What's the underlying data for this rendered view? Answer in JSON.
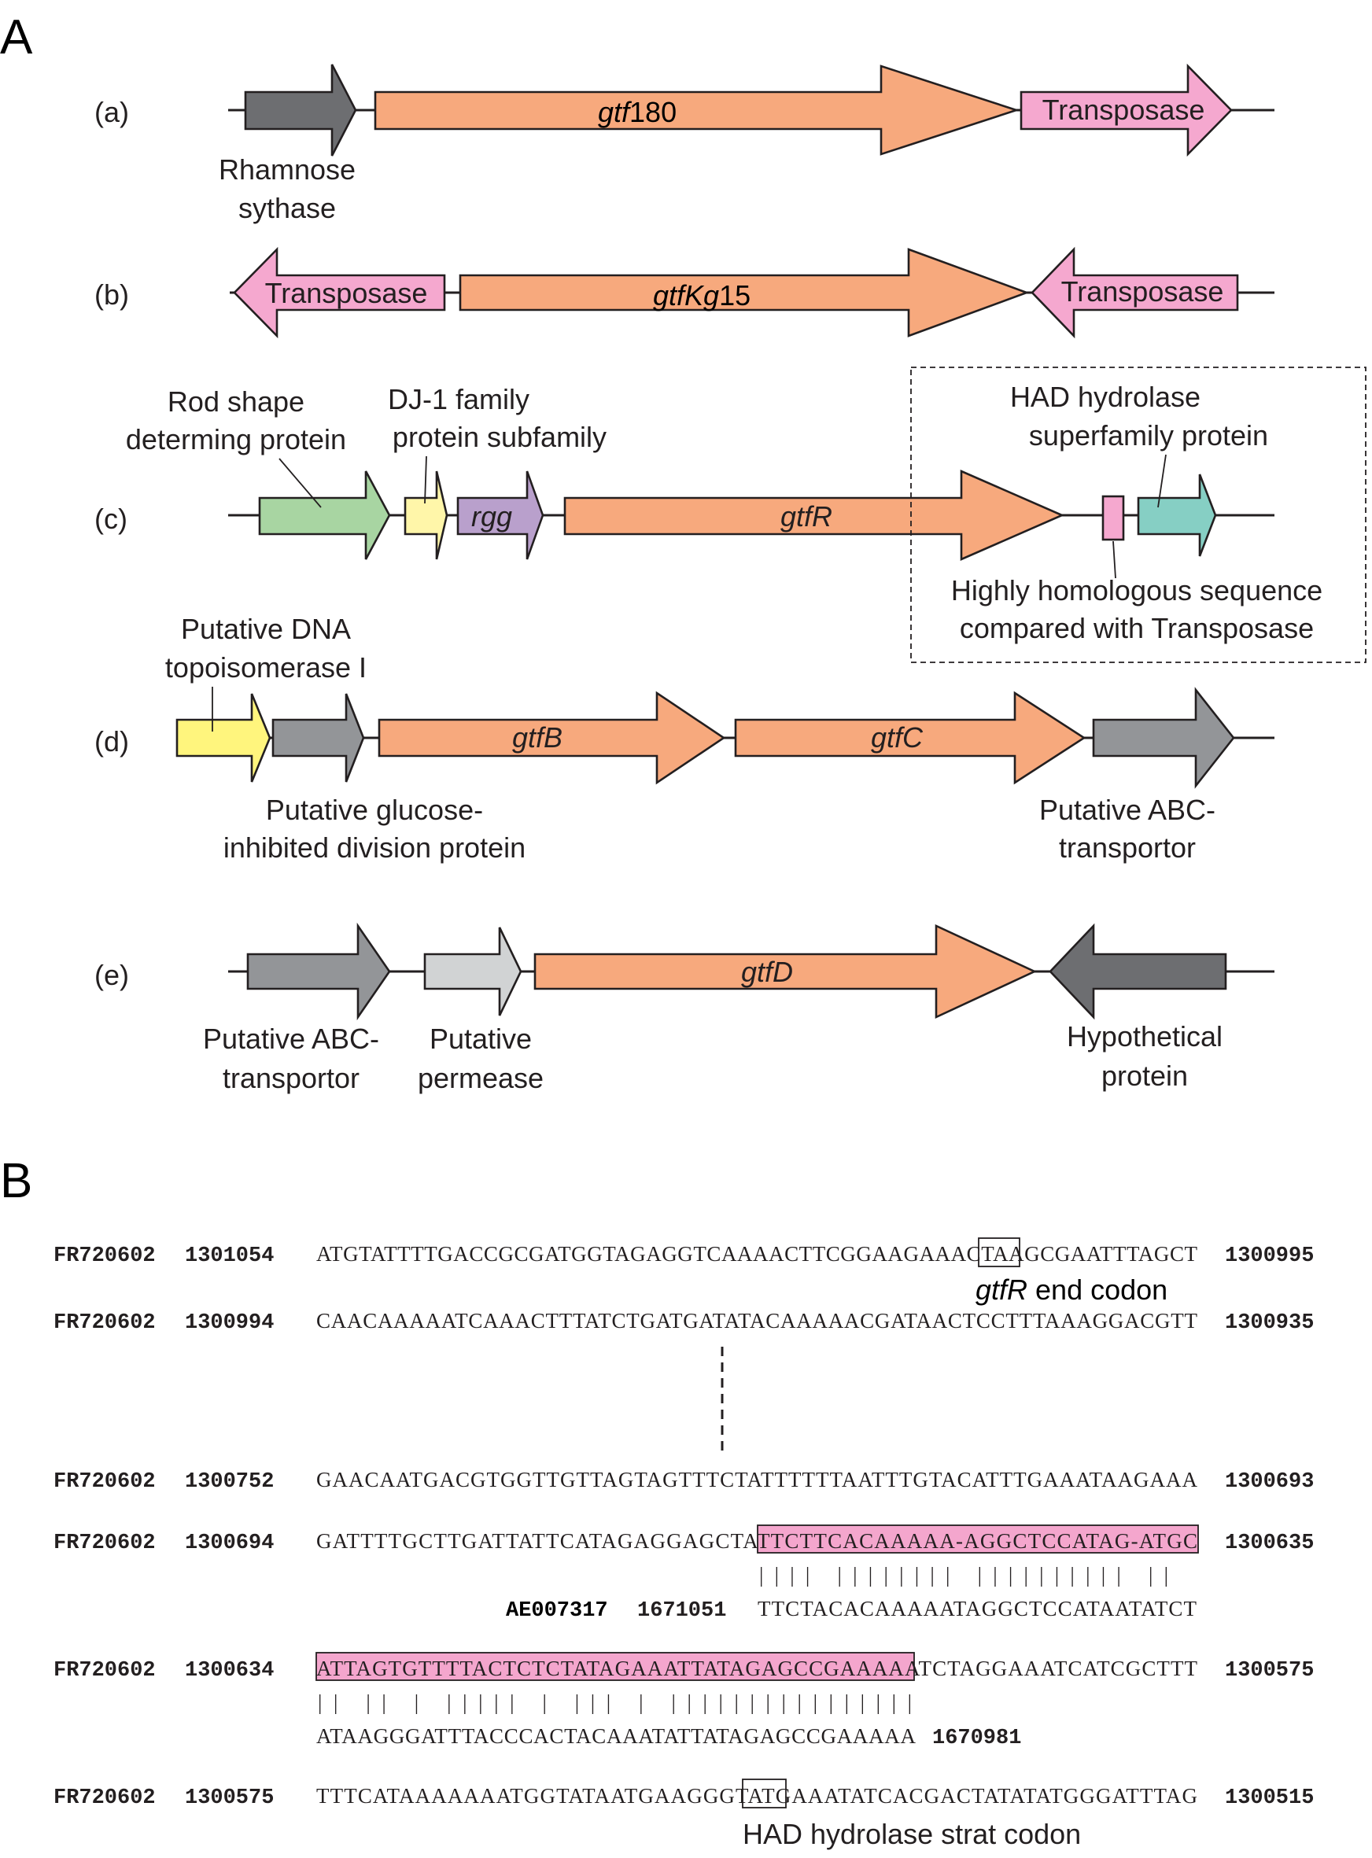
{
  "panels": {
    "a": "A",
    "b": "B"
  },
  "rows": {
    "a": "(a)",
    "b": "(b)",
    "c": "(c)",
    "d": "(d)",
    "e": "(e)"
  },
  "genes": {
    "a_gtf180_italic": "gtf",
    "a_gtf180_rest": "180",
    "a_transposase": "Transposase",
    "b_transposase_left": "Transposase",
    "b_gtfkg15_italic1": "gtfK",
    "b_gtfkg15_italic2": "g",
    "b_gtfkg15_rest": "15",
    "b_transposase_right": "Transposase",
    "c_rgg": "rgg",
    "c_gtfr": "gtfR",
    "d_gtfb": "gtfB",
    "d_gtfc": "gtfC",
    "e_gtfd": "gtfD"
  },
  "labels": {
    "a_rhamnose_1": "Rhamnose",
    "a_rhamnose_2": "sythase",
    "c_rod_1": "Rod shape",
    "c_rod_2": "determing protein",
    "c_dj1_1": "DJ-1 family",
    "c_dj1_2": "protein subfamily",
    "c_had_1": "HAD hydrolase",
    "c_had_2": "superfamily protein",
    "c_homol_1": "Highly homologous sequence",
    "c_homol_2": "compared with Transposase",
    "d_topo_1": "Putative DNA",
    "d_topo_2": "topoisomerase I",
    "d_glucose_1": "Putative glucose-",
    "d_glucose_2": "inhibited division protein",
    "d_abc_1": "Putative ABC-",
    "d_abc_2": "transportor",
    "e_abc_1": "Putative ABC-",
    "e_abc_2": "transportor",
    "e_perm_1": "Putative",
    "e_perm_2": "permease",
    "e_hypo_1": "Hypothetical",
    "e_hypo_2": "protein"
  },
  "sequences": {
    "s1": {
      "acc": "FR720602",
      "start": "1301054",
      "seq": "ATGTATTTTGACCGCGATGGTAGAGGTCAAAACTTCGGAAGAAACTAAGCGAATTTAGCT",
      "end": "1300995"
    },
    "end_codon_italic": "gtfR",
    "end_codon_rest": " end codon",
    "s2": {
      "acc": "FR720602",
      "start": "1300994",
      "seq": "CAACAAAAATCAAACTTTATCTGATGATATACAAAAACGATAACTCCTTTAAAGGACGTT",
      "end": "1300935"
    },
    "s3": {
      "acc": "FR720602",
      "start": "1300752",
      "seq": "GAACAATGACGTGGTTGTTAGTAGTTTCTATTTTTTAATTTGTACATTTGAAATAAGAAA",
      "end": "1300693"
    },
    "s4": {
      "acc": "FR720602",
      "start": "1300694",
      "seq": "GATTTTGCTTGATTATTCATAGAGGAGCTATTCTTCACAAAAA-AGGCTCCATAG-ATGC",
      "end": "1300635"
    },
    "s4_bars": "|||| |||||||| |||||||||| ||",
    "s4_ref": {
      "acc_bold": "AE",
      "acc_rest": "007317",
      "pos": "1671051",
      "seq": "TTCTACACAAAAATAGGCTCCATAATATCT"
    },
    "s5": {
      "acc": "FR720602",
      "start": "1300634",
      "seq": "ATTAGTGTTTTACTCTCTATAGAAATTATAGAGCCGAAAAATCTAGGAAATCATCGCTTT",
      "end": "1300575"
    },
    "s5_bars": "|| || | ||||| | ||| | ||||||||||||||||",
    "s5_ref": {
      "seq": "ATAAGGGATTTACCCACTACAAATATTATAGAGCCGAAAAA",
      "pos": "1670981"
    },
    "s6": {
      "acc": "FR720602",
      "start": "1300575",
      "seq": "TTTCATAAAAAAATGGTATAATGAAGGGTATGAAATATCACGACTATATATGGGATTTAG",
      "end": "1300515"
    },
    "start_codon": "HAD hydrolase strat codon"
  },
  "colors": {
    "gtf": "#f7a97d",
    "transposase": "#f5a8cf",
    "dark_gray": "#6d6e71",
    "mid_gray": "#939598",
    "light_gray": "#d1d3d4",
    "green": "#a8d5a2",
    "pale_yellow": "#fff6a9",
    "yellow": "#fff57d",
    "purple": "#b9a0cc",
    "teal": "#86cfc4",
    "highlight": "#f4a6cd"
  }
}
